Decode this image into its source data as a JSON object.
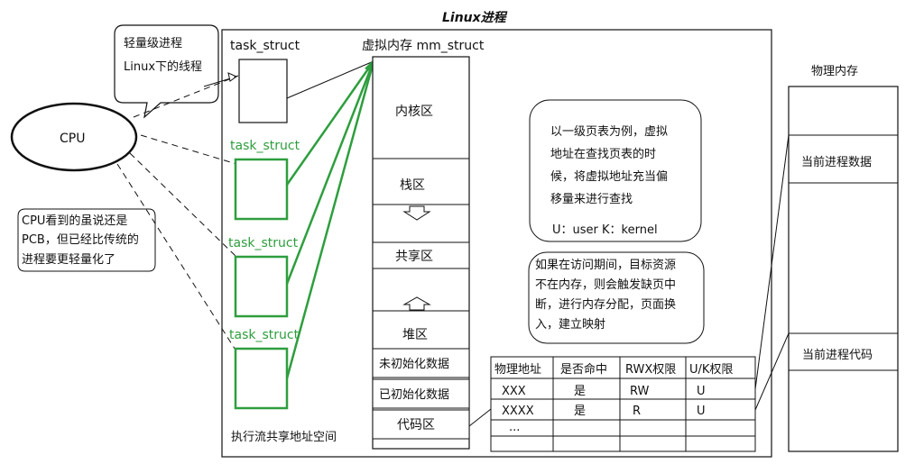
{
  "title": "Linux进程",
  "bubble": {
    "line1": "轻量级进程",
    "line2": "Linux下的线程"
  },
  "cpu": "CPU",
  "cpu_note": {
    "line1": "CPU看到的虽说还是",
    "line2": "PCB，但已经比传统的",
    "line3": "进程要更轻量化了"
  },
  "task_struct_label": "task_struct",
  "threads": [
    "task_struct",
    "task_struct",
    "task_struct"
  ],
  "vm_label": "虚拟内存 mm_struct",
  "vm_regions": {
    "kernel": "内核区",
    "stack": "栈区",
    "shared": "共享区",
    "heap": "堆区",
    "uninit": "未初始化数据",
    "init": "已初始化数据",
    "code": "代码区"
  },
  "exec_flow_label": "执行流共享地址空间",
  "page_table_note": {
    "line1": "以一级页表为例，虚拟",
    "line2": "地址在查找页表的时",
    "line3": "候，将虚拟地址充当偏",
    "line4": "移量来进行查找",
    "line5": "U：user  K：kernel"
  },
  "page_fault_note": {
    "line1": "如果在访问期间，目标资源",
    "line2": "不在内存，则会触发缺页中",
    "line3": "断，进行内存分配，页面换",
    "line4": "入，建立映射"
  },
  "page_table": {
    "headers": [
      "物理地址",
      "是否命中",
      "RWX权限",
      "U/K权限"
    ],
    "rows": [
      [
        "XXX",
        "是",
        "RW",
        "U"
      ],
      [
        "XXXX",
        "是",
        "R",
        "U"
      ],
      [
        "...",
        "",
        "",
        ""
      ]
    ]
  },
  "physical_memory": {
    "label": "物理内存",
    "data": "当前进程数据",
    "code": "当前进程代码"
  },
  "colors": {
    "green": "#2e9e3e",
    "line": "#111111"
  }
}
